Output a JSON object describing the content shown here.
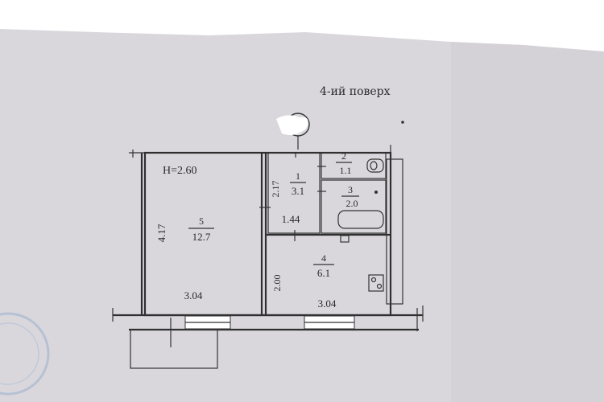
{
  "header": {
    "floor_label": "4-ий поверх"
  },
  "plan": {
    "ceiling_height": "H=2.60",
    "rooms": [
      {
        "number": "1",
        "area": "3.1"
      },
      {
        "number": "2",
        "area": "1.1"
      },
      {
        "number": "3",
        "area": "2.0"
      },
      {
        "number": "4",
        "area": "6.1"
      },
      {
        "number": "5",
        "area": "12.7"
      }
    ],
    "dimensions": {
      "room5_height": "4.17",
      "room5_width": "3.04",
      "hall_height": "2.17",
      "hall_width": "1.44",
      "kitchen_height": "2.00",
      "kitchen_width": "3.04"
    }
  },
  "colors": {
    "paper": "#d9d7dc",
    "line": "#2f2f2f",
    "stamp": "#9fb3cf"
  }
}
